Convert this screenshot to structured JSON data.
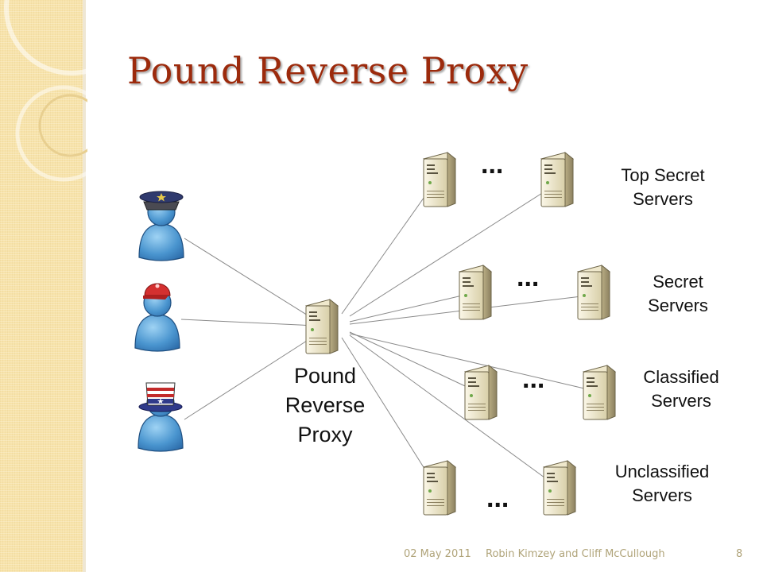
{
  "slide": {
    "title": "Pound Reverse Proxy",
    "footer": {
      "date": "02 May 2011",
      "authors": "Robin Kimzey and Cliff McCullough",
      "page": "8"
    }
  },
  "diagram": {
    "proxy_label": [
      "Pound",
      "Reverse",
      "Proxy"
    ],
    "ellipsis": "...",
    "users": [
      {
        "icon": "police-officer-user-icon"
      },
      {
        "icon": "red-cap-user-icon"
      },
      {
        "icon": "uncle-sam-user-icon"
      }
    ],
    "server_groups": [
      {
        "label": [
          "Top Secret",
          "Servers"
        ]
      },
      {
        "label": [
          "Secret",
          "Servers"
        ]
      },
      {
        "label": [
          "Classified",
          "Servers"
        ]
      },
      {
        "label": [
          "Unclassified",
          "Servers"
        ]
      }
    ]
  }
}
